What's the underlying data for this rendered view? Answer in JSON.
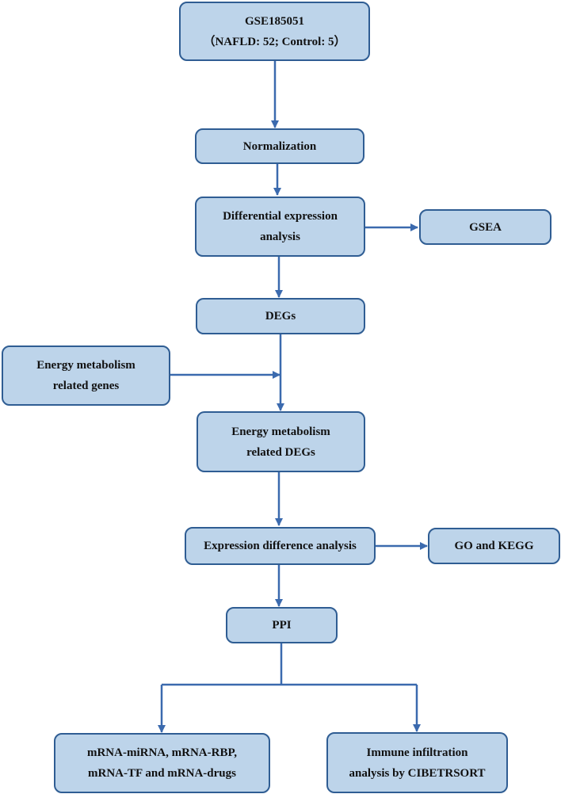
{
  "colors": {
    "box_fill": "#bdd4ea",
    "box_border": "#2f5d93",
    "arrow": "#3b6aae",
    "text": "#111111"
  },
  "nodes": {
    "gse": {
      "line1": "GSE185051",
      "line2": "（NAFLD: 52; Control: 5）"
    },
    "normalization": {
      "line1": "Normalization"
    },
    "dea": {
      "line1": "Differential expression",
      "line2": "analysis"
    },
    "gsea": {
      "line1": "GSEA"
    },
    "degs": {
      "line1": "DEGs"
    },
    "emg": {
      "line1": "Energy metabolism",
      "line2": "related genes"
    },
    "emdegs": {
      "line1": "Energy metabolism",
      "line2": "related DEGs"
    },
    "eda": {
      "line1": "Expression difference analysis"
    },
    "gokegg": {
      "line1": "GO and KEGG"
    },
    "ppi": {
      "line1": "PPI"
    },
    "network": {
      "line1": "mRNA-miRNA, mRNA-RBP,",
      "line2": "mRNA-TF and mRNA-drugs"
    },
    "immune": {
      "line1": "Immune infiltration",
      "line2": "analysis by CIBETRSORT"
    }
  }
}
